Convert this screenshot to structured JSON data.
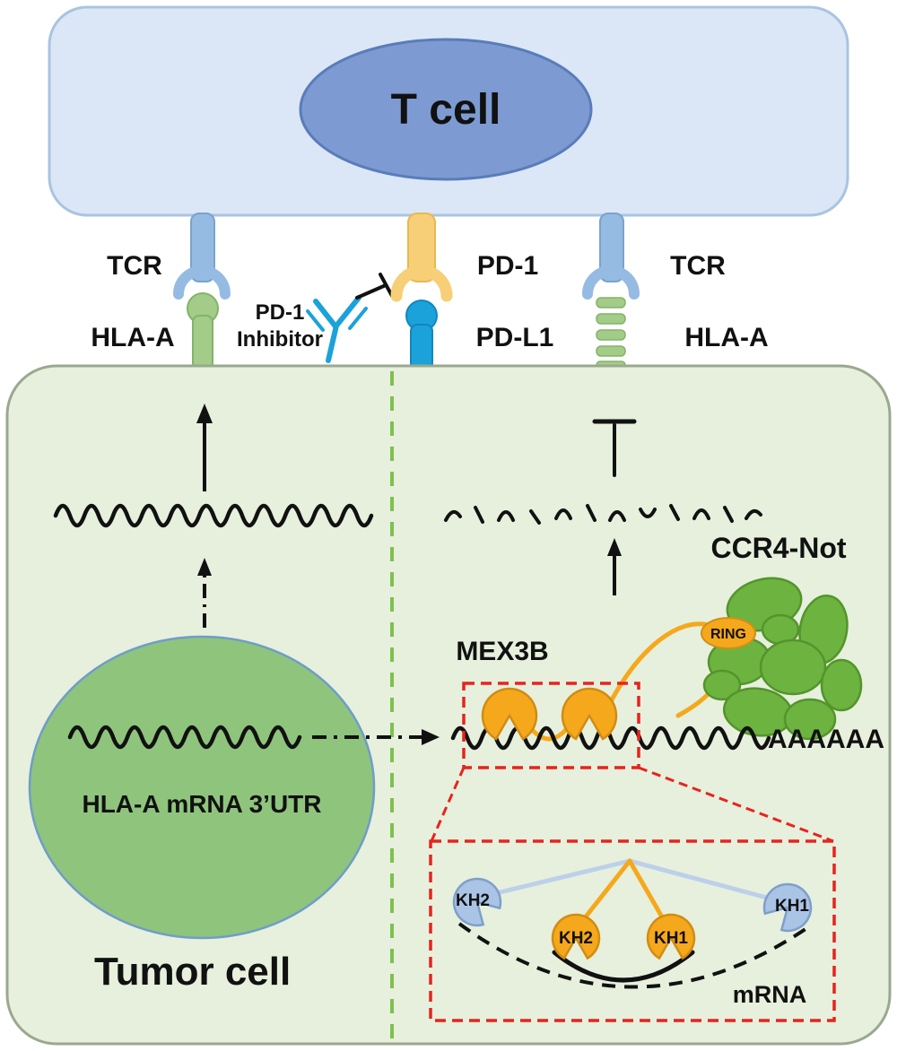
{
  "figure": {
    "t_cell_label": "T cell",
    "tumor_cell_label": "Tumor cell"
  },
  "synapse": {
    "tcr_left_label": "TCR",
    "hla_a_left_label": "HLA-A",
    "inhibitor_label_line1": "PD-1",
    "inhibitor_label_line2": "Inhibitor",
    "pd1_label": "PD-1",
    "pdl1_label": "PD-L1",
    "tcr_right_label": "TCR",
    "hla_a_right_label": "HLA-A"
  },
  "tumor": {
    "mrna_ellipse_label": "HLA-A mRNA 3’UTR",
    "mex3b_label": "MEX3B",
    "ccr4_not_label": "CCR4-Not",
    "ring_label": "RING",
    "poly_a_tail": "AAAAAA"
  },
  "inset": {
    "kh2_outer_label": "KH2",
    "kh1_outer_label": "KH1",
    "kh2_inner_label": "KH2",
    "kh1_inner_label": "KH1",
    "mrna_label": "mRNA"
  },
  "colors": {
    "t_cell_fill": "#dbe7f6",
    "t_cell_border": "#a9c4e0",
    "t_cell_body_fill": "#7d9bd2",
    "t_cell_body_border": "#5a7cba",
    "tumor_fill": "#e6f0dd",
    "tumor_border": "#9aa88f",
    "tcr_blue": "#95bbe3",
    "hla_green": "#a2cc88",
    "pd1_yellow": "#f7cf77",
    "pdl1_blue": "#1ba2da",
    "mex3b_orange": "#f6a81c",
    "ccr4_green": "#6db33f",
    "ccr4_label_green": "#72bf44",
    "divider_green": "#7ec04d",
    "red_dashed": "#e8231d",
    "inset_blue_fill": "#aac4e6",
    "inset_blue_line": "#bdd0e9",
    "black": "#111111"
  }
}
